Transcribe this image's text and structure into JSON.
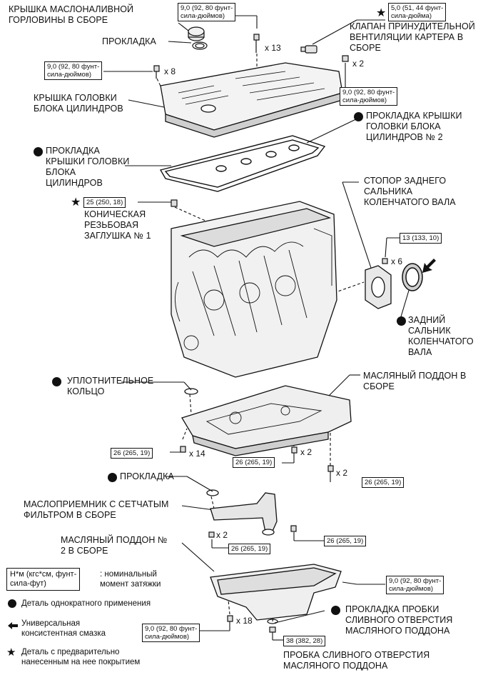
{
  "labels": {
    "oil_filler_cap": "КРЫШКА МАСЛОНАЛИВНОЙ\nГОРЛОВИНЫ В СБОРЕ",
    "gasket_top": "ПРОКЛАДКА",
    "cylinder_head_cover": "КРЫШКА ГОЛОВКИ\nБЛОКА ЦИЛИНДРОВ",
    "pcv_valve": "КЛАПАН ПРИНУДИТЕЛЬНОЙ\nВЕНТИЛЯЦИИ КАРТЕРА В\nСБОРЕ",
    "head_cover_gasket_2": "ПРОКЛАДКА КРЫШКИ\nГОЛОВКИ БЛОКА\nЦИЛИНДРОВ № 2",
    "head_cover_gasket": "ПРОКЛАДКА\nКРЫШКИ ГОЛОВКИ\nБЛОКА\nЦИЛИНДРОВ",
    "rear_seal_retainer": "СТОПОР ЗАДНЕГО\nСАЛЬНИКА\nКОЛЕНЧАТОГО ВАЛА",
    "taper_plug": "КОНИЧЕСКАЯ\nРЕЗЬБОВАЯ\nЗАГЛУШКА № 1",
    "rear_oil_seal": "ЗАДНИЙ\nСАЛЬНИК\nКОЛЕНЧАТОГО\nВАЛА",
    "o_ring": "УПЛОТНИТЕЛЬНОЕ\nКОЛЬЦО",
    "oil_pan": "МАСЛЯНЫЙ ПОДДОН В\nСБОРЕ",
    "gasket_mid": "ПРОКЛАДКА",
    "strainer": "МАСЛОПРИЕМНИК С СЕТЧАТЫМ\nФИЛЬТРОМ В СБОРЕ",
    "oil_pan_2": "МАСЛЯНЫЙ ПОДДОН №\n2 В СБОРЕ",
    "drain_plug_gasket": "ПРОКЛАДКА ПРОБКИ\nСЛИВНОГО ОТВЕРСТИЯ\nМАСЛЯНОГО ПОДДОНА",
    "drain_plug": "ПРОБКА СЛИВНОГО ОТВЕРСТИЯ\nМАСЛЯНОГО ПОДДОНА"
  },
  "torques": {
    "t_cap_bolt": "9,0 (92, 80 фунт-\nсила-дюймов)",
    "t_pcv": "5,0 (51, 44 фунт-\nсила-дюйма)",
    "t_cover_left": "9,0 (92, 80 фунт-\nсила-дюймов)",
    "t_cover_right": "9,0 (92, 80 фунт-\nсила-дюймов)",
    "t_plug": "25 (250, 18)",
    "t_retainer": "13 (133, 10)",
    "t_pan_left": "26 (265, 19)",
    "t_pan_mid": "26 (265, 19)",
    "t_pan_right": "26 (265, 19)",
    "t_strainer_nut": "26 (265, 19)",
    "t_strainer_bolt": "26 (265, 19)",
    "t_pan2_right": "9,0 (92, 80 фунт-\nсила-дюймов)",
    "t_pan2_left": "9,0 (92, 80 фунт-\nсила-дюймов)",
    "t_drain": "38 (382, 28)"
  },
  "multipliers": {
    "m13": "x 13",
    "m8": "x 8",
    "m2_pcv": "x 2",
    "m6": "x 6",
    "m14": "x 14",
    "m2_mid": "x 2",
    "m2_right": "x 2",
    "m2_strainer": "x 2",
    "m18": "x 18"
  },
  "legend": {
    "torque_unit": "Н*м (кгс*см, фунт-\nсила-фут)",
    "torque_desc": ": номинальный\nмомент затяжки",
    "non_reusable": "Деталь однократного применения",
    "grease": "Универсальная\nконсистентная смазка",
    "precoated": "Деталь с предварительно\nнанесенным на нее покрытием"
  }
}
